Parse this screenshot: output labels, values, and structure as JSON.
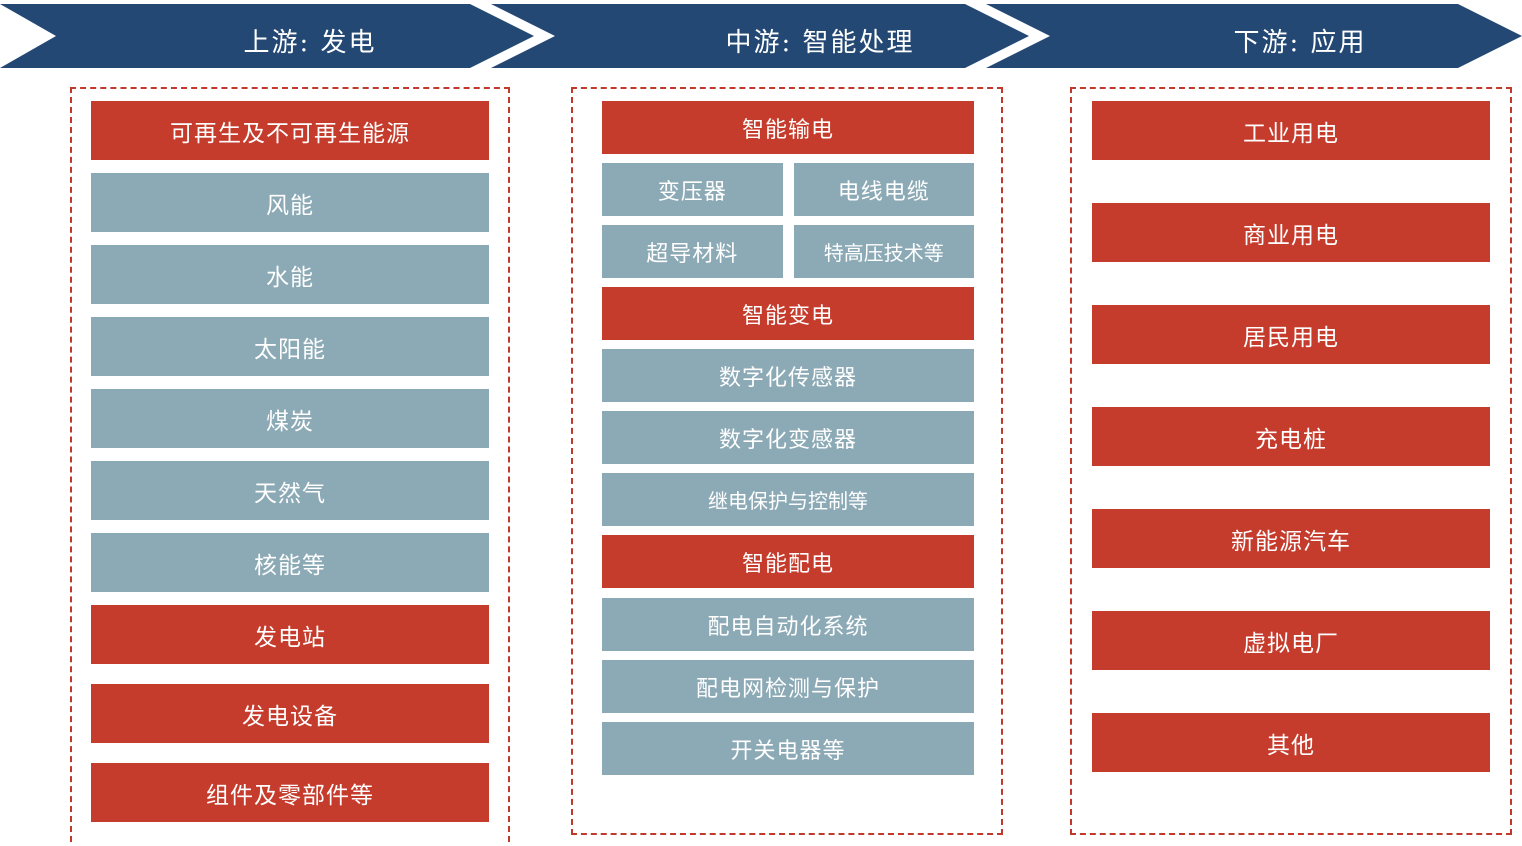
{
  "palette": {
    "banner_blue": "#234874",
    "node_red": "#C63C2C",
    "node_blue_gray": "#8CAAB6",
    "dashed_border_red": "#C0392B",
    "background": "#FFFFFF",
    "text_white": "#FFFFFF"
  },
  "banner": {
    "segments": [
      {
        "label": "上游: 发电"
      },
      {
        "label": "中游: 智能处理"
      },
      {
        "label": "下游: 应用"
      }
    ]
  },
  "columns": {
    "upstream": {
      "title": "上游: 发电",
      "nodes": [
        {
          "label": "可再生及不可再生能源",
          "color": "red"
        },
        {
          "label": "风能",
          "color": "blue"
        },
        {
          "label": "水能",
          "color": "blue"
        },
        {
          "label": "太阳能",
          "color": "blue"
        },
        {
          "label": "煤炭",
          "color": "blue"
        },
        {
          "label": "天然气",
          "color": "blue"
        },
        {
          "label": "核能等",
          "color": "blue"
        },
        {
          "label": "发电站",
          "color": "red"
        },
        {
          "label": "发电设备",
          "color": "red"
        },
        {
          "label": "组件及零部件等",
          "color": "red"
        }
      ]
    },
    "midstream": {
      "title": "中游: 智能处理",
      "groups": [
        {
          "header": {
            "label": "智能输电",
            "color": "red"
          },
          "pairs": [
            [
              {
                "label": "变压器",
                "color": "blue"
              },
              {
                "label": "电线电缆",
                "color": "blue"
              }
            ],
            [
              {
                "label": "超导材料",
                "color": "blue"
              },
              {
                "label": "特高压技术等",
                "color": "blue"
              }
            ]
          ],
          "rows": []
        },
        {
          "header": {
            "label": "智能变电",
            "color": "red"
          },
          "pairs": [],
          "rows": [
            {
              "label": "数字化传感器",
              "color": "blue"
            },
            {
              "label": "数字化变感器",
              "color": "blue"
            },
            {
              "label": "继电保护与控制等",
              "color": "blue"
            }
          ]
        },
        {
          "header": {
            "label": "智能配电",
            "color": "red"
          },
          "pairs": [],
          "rows": [
            {
              "label": "配电自动化系统",
              "color": "blue"
            },
            {
              "label": "配电网检测与保护",
              "color": "blue"
            },
            {
              "label": "开关电器等",
              "color": "blue"
            }
          ]
        }
      ]
    },
    "downstream": {
      "title": "下游: 应用",
      "nodes": [
        {
          "label": "工业用电",
          "color": "red"
        },
        {
          "label": "商业用电",
          "color": "red"
        },
        {
          "label": "居民用电",
          "color": "red"
        },
        {
          "label": "充电桩",
          "color": "red"
        },
        {
          "label": "新能源汽车",
          "color": "red"
        },
        {
          "label": "虚拟电厂",
          "color": "red"
        },
        {
          "label": "其他",
          "color": "red"
        }
      ]
    }
  }
}
